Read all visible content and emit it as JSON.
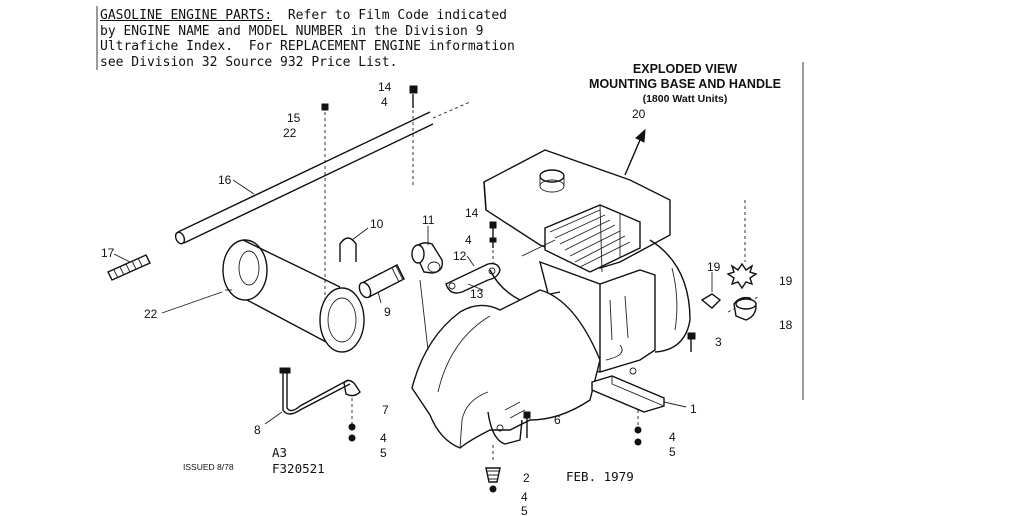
{
  "note": {
    "line1": "GASOLINE ENGINE PARTS:",
    "line1_rest": "  Refer to Film Code indicated",
    "line2": "by ENGINE NAME and MODEL NUMBER in the Division 9",
    "line3": "Ultrafiche Index.  For REPLACEMENT ENGINE information",
    "line4": "see Division 32 Source 932 Price List."
  },
  "heading": {
    "line1": "EXPLODED VIEW",
    "line2": "MOUNTING BASE AND HANDLE",
    "line3": "(1800 Watt Units)"
  },
  "footer": {
    "issued": "ISSUED 8/78",
    "page": "A3",
    "code": "F320521",
    "date": "FEB. 1979"
  },
  "callouts": [
    {
      "id": "c14a",
      "text": "14"
    },
    {
      "id": "c4a",
      "text": "4"
    },
    {
      "id": "c15",
      "text": "15"
    },
    {
      "id": "c22a",
      "text": "22"
    },
    {
      "id": "c20",
      "text": "20"
    },
    {
      "id": "c16",
      "text": "16"
    },
    {
      "id": "c10",
      "text": "10"
    },
    {
      "id": "c11",
      "text": "11"
    },
    {
      "id": "c14b",
      "text": "14"
    },
    {
      "id": "c4b",
      "text": "4"
    },
    {
      "id": "c12",
      "text": "12"
    },
    {
      "id": "c13",
      "text": "13"
    },
    {
      "id": "c17",
      "text": "17"
    },
    {
      "id": "c22b",
      "text": "22"
    },
    {
      "id": "c9",
      "text": "9"
    },
    {
      "id": "c19a",
      "text": "19"
    },
    {
      "id": "c19b",
      "text": "19"
    },
    {
      "id": "c18",
      "text": "18"
    },
    {
      "id": "c3",
      "text": "3"
    },
    {
      "id": "c1",
      "text": "1"
    },
    {
      "id": "c8",
      "text": "8"
    },
    {
      "id": "c7",
      "text": "7"
    },
    {
      "id": "c4c",
      "text": "4"
    },
    {
      "id": "c5a",
      "text": "5"
    },
    {
      "id": "c6",
      "text": "6"
    },
    {
      "id": "c4d",
      "text": "4"
    },
    {
      "id": "c5b",
      "text": "5"
    },
    {
      "id": "c2",
      "text": "2"
    },
    {
      "id": "c4e",
      "text": "4"
    },
    {
      "id": "c5c",
      "text": "5"
    }
  ]
}
